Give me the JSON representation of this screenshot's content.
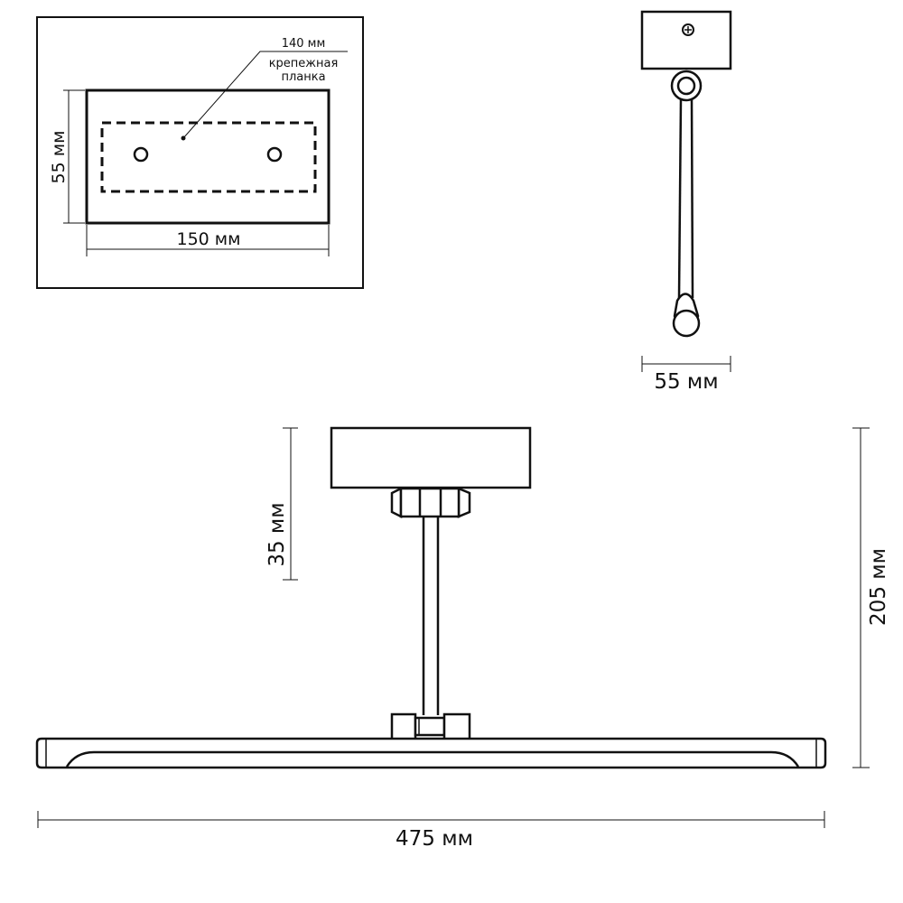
{
  "mount_plate_view": {
    "width_label": "150 мм",
    "height_label": "55 мм",
    "bracket_width_label": "140 мм",
    "bracket_caption_line1": "крепежная",
    "bracket_caption_line2": "планка"
  },
  "side_view": {
    "depth_label": "55 мм"
  },
  "front_view": {
    "base_height_label": "35 мм",
    "total_height_label": "205 мм",
    "total_width_label": "475 мм"
  },
  "colors": {
    "stroke": "#111111",
    "background": "#ffffff"
  }
}
